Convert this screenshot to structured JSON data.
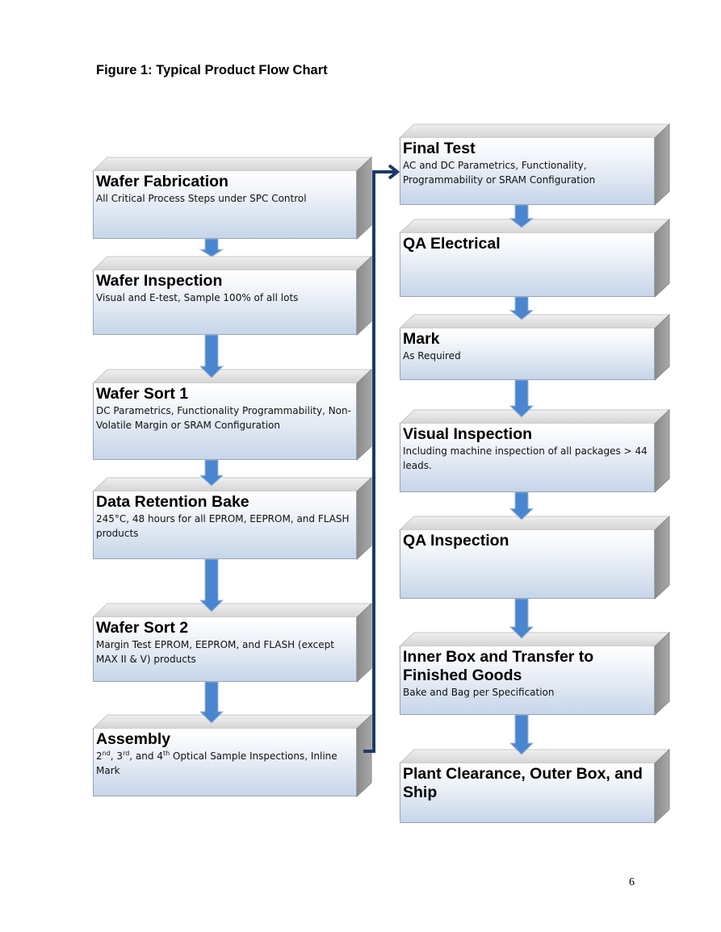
{
  "figure_title": "Figure 1:  Typical Product Flow Chart",
  "page_number": "6",
  "left_column": [
    {
      "title": "Wafer Fabrication",
      "desc": "All Critical Process Steps under SPC Control"
    },
    {
      "title": "Wafer Inspection",
      "desc": "Visual and E-test, Sample 100% of all lots"
    },
    {
      "title": "Wafer Sort 1",
      "desc": "DC Parametrics, Functionality Programmability, Non-Volatile Margin or SRAM Configuration"
    },
    {
      "title": "Data Retention Bake",
      "desc": "245°C, 48 hours for all EPROM, EEPROM, and FLASH products"
    },
    {
      "title": "Wafer Sort 2",
      "desc": "Margin Test EPROM, EEPROM, and FLASH (except MAX II & V) products"
    },
    {
      "title": "Assembly",
      "desc_parts": {
        "p1": "2",
        "s1": "nd",
        "p2": ", 3",
        "s2": "rd",
        "p3": ", and 4",
        "s3": "th",
        "p4": " Optical Sample Inspections, Inline Mark"
      }
    }
  ],
  "right_column": [
    {
      "title": "Final Test",
      "desc": "AC and DC Parametrics, Functionality, Programmability or SRAM Configuration"
    },
    {
      "title": "QA Electrical",
      "desc": ""
    },
    {
      "title": "Mark",
      "desc": "As Required"
    },
    {
      "title": "Visual Inspection",
      "desc": "Including machine inspection of all packages > 44 leads."
    },
    {
      "title": "QA Inspection",
      "desc": ""
    },
    {
      "title": "Inner Box and Transfer to Finished Goods",
      "desc": "Bake and Bag per Specification"
    },
    {
      "title": "Plant Clearance, Outer Box, and Ship",
      "desc": ""
    }
  ],
  "colors": {
    "arrow": "#4a86d0",
    "connector": "#1f3864",
    "box_border": "#9aa4b3"
  }
}
